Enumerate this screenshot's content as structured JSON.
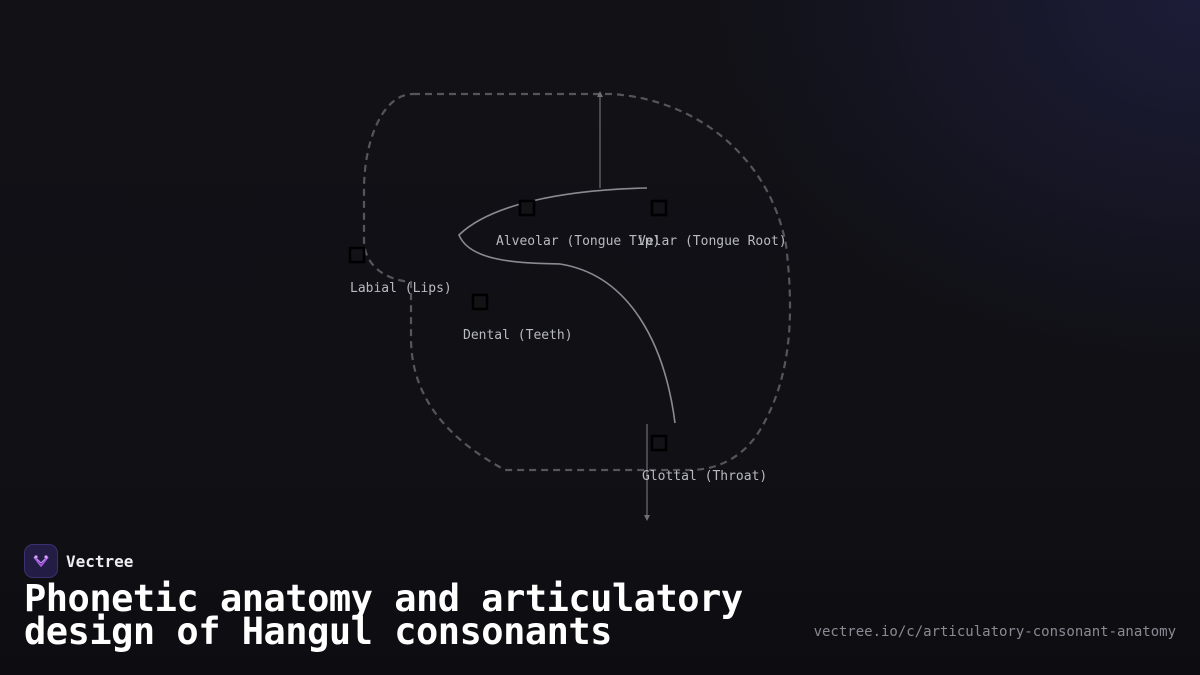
{
  "diagram": {
    "nodes": [
      {
        "id": "labial",
        "label": "Labial (Lips)"
      },
      {
        "id": "dental",
        "label": "Dental (Teeth)"
      },
      {
        "id": "alveolar",
        "label": "Alveolar (Tongue Tip)"
      },
      {
        "id": "velar",
        "label": "Velar (Tongue Root)"
      },
      {
        "id": "glottal",
        "label": "Glottal (Throat)"
      }
    ]
  },
  "brand": {
    "name": "Vectree",
    "logo_icon": "vectree-logo-icon"
  },
  "title": "Phonetic anatomy and articulatory design of Hangul consonants",
  "url": "vectree.io/c/articulatory-consonant-anatomy",
  "colors": {
    "background": "#111116",
    "accent": "#a45ae0",
    "outline": "#55555c",
    "tongue": "#8a8a92"
  }
}
